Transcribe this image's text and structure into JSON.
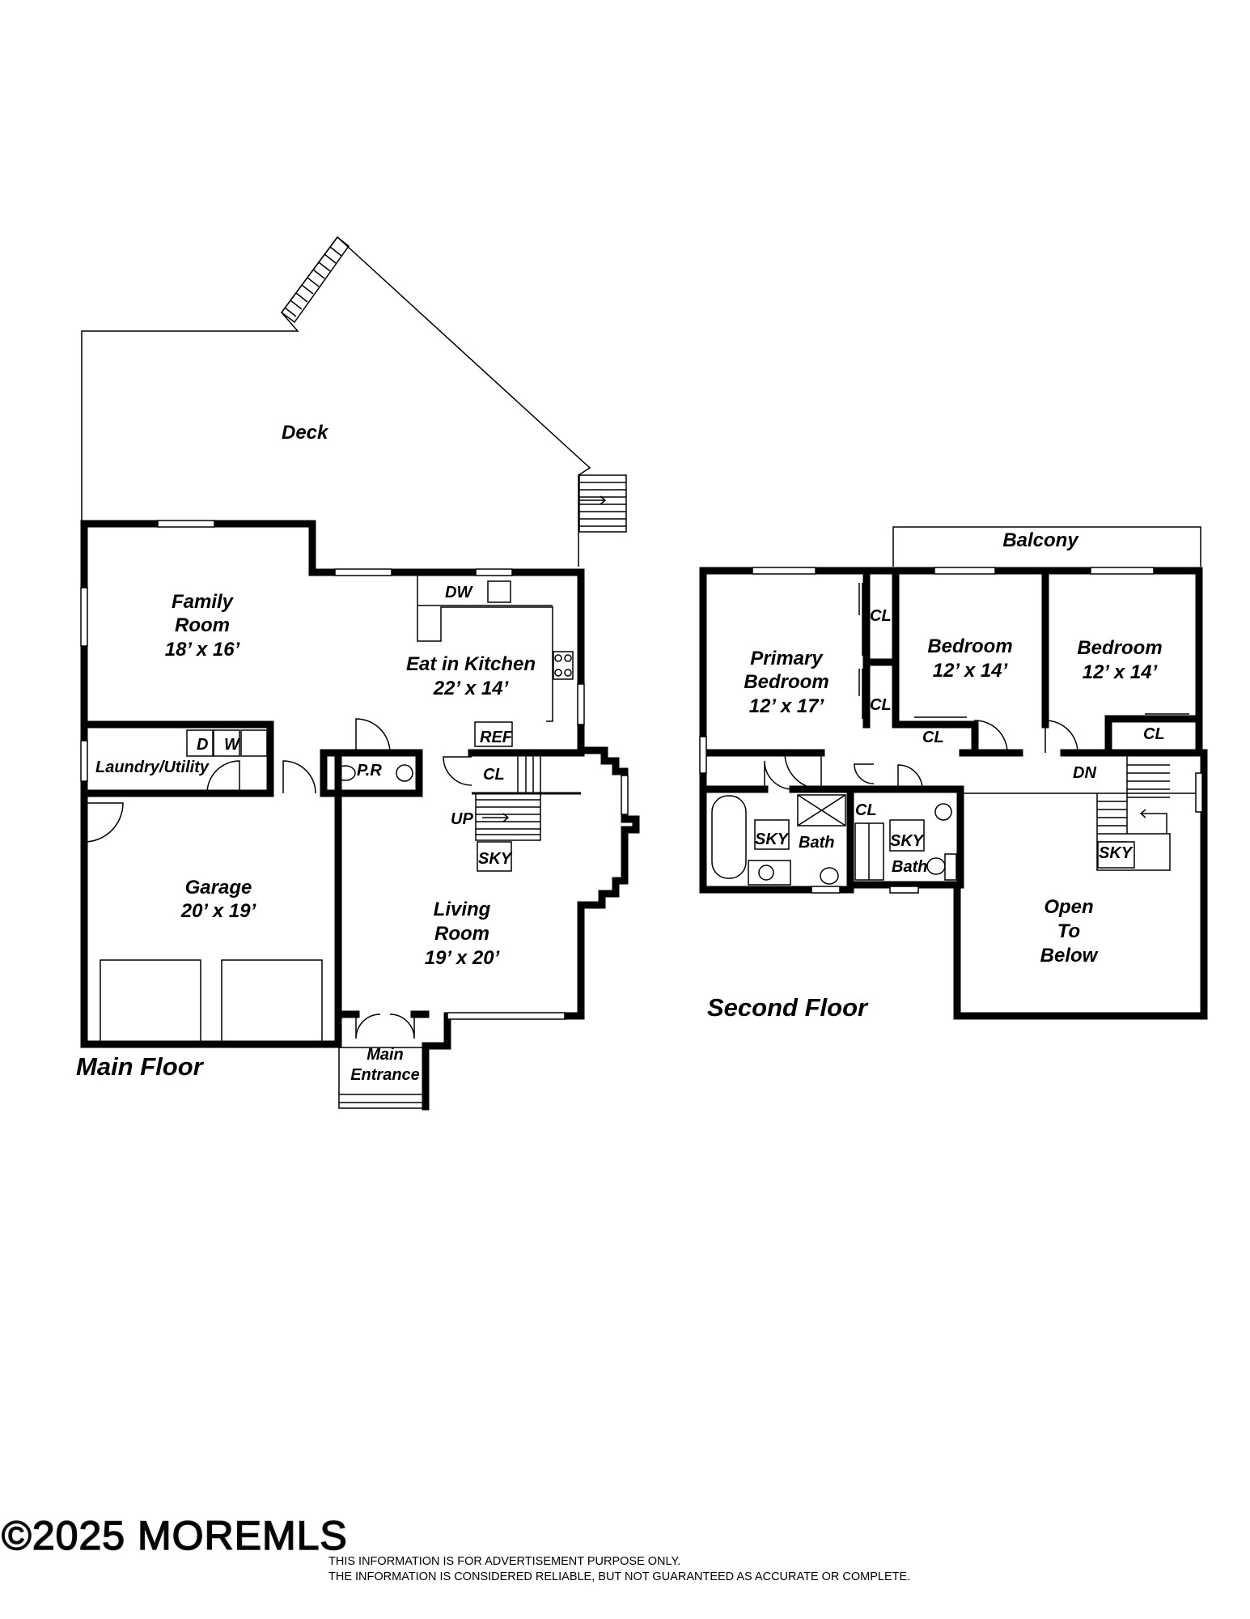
{
  "main_floor": {
    "title": "Main Floor",
    "deck": "Deck",
    "family_room": {
      "name_1": "Family",
      "name_2": "Room",
      "size": "18’ x 16’"
    },
    "kitchen": {
      "name": "Eat in Kitchen",
      "size": "22’ x 14’",
      "dw": "DW",
      "ref": "REF"
    },
    "laundry": {
      "name": "Laundry/Utility",
      "dryer": "D",
      "washer": "W"
    },
    "powder_room": "P.R",
    "closet": "CL",
    "stairs_up": "UP",
    "skylight": "SKY",
    "garage": {
      "name": "Garage",
      "size": "20’ x 19’"
    },
    "living_room": {
      "name_1": "Living",
      "name_2": "Room",
      "size": "19’ x 20’"
    },
    "entrance": {
      "line_1": "Main",
      "line_2": "Entrance"
    }
  },
  "second_floor": {
    "title": "Second Floor",
    "balcony": "Balcony",
    "primary_bedroom": {
      "name_1": "Primary",
      "name_2": "Bedroom",
      "size": "12’ x 17’"
    },
    "bedroom_a": {
      "name": "Bedroom",
      "size": "12’ x 14’"
    },
    "bedroom_b": {
      "name": "Bedroom",
      "size": "12’ x 14’"
    },
    "closet": "CL",
    "bath": "Bath",
    "skylight": "SKY",
    "stairs_down": "DN",
    "open_to_below": {
      "line_1": "Open",
      "line_2": "To",
      "line_3": "Below"
    }
  },
  "footer": {
    "copyright": "©2025 MOREMLS",
    "disclaimer_1": "THIS INFORMATION IS FOR ADVERTISEMENT PURPOSE ONLY.",
    "disclaimer_2": "THE INFORMATION IS CONSIDERED RELIABLE, BUT NOT GUARANTEED AS ACCURATE OR COMPLETE."
  }
}
